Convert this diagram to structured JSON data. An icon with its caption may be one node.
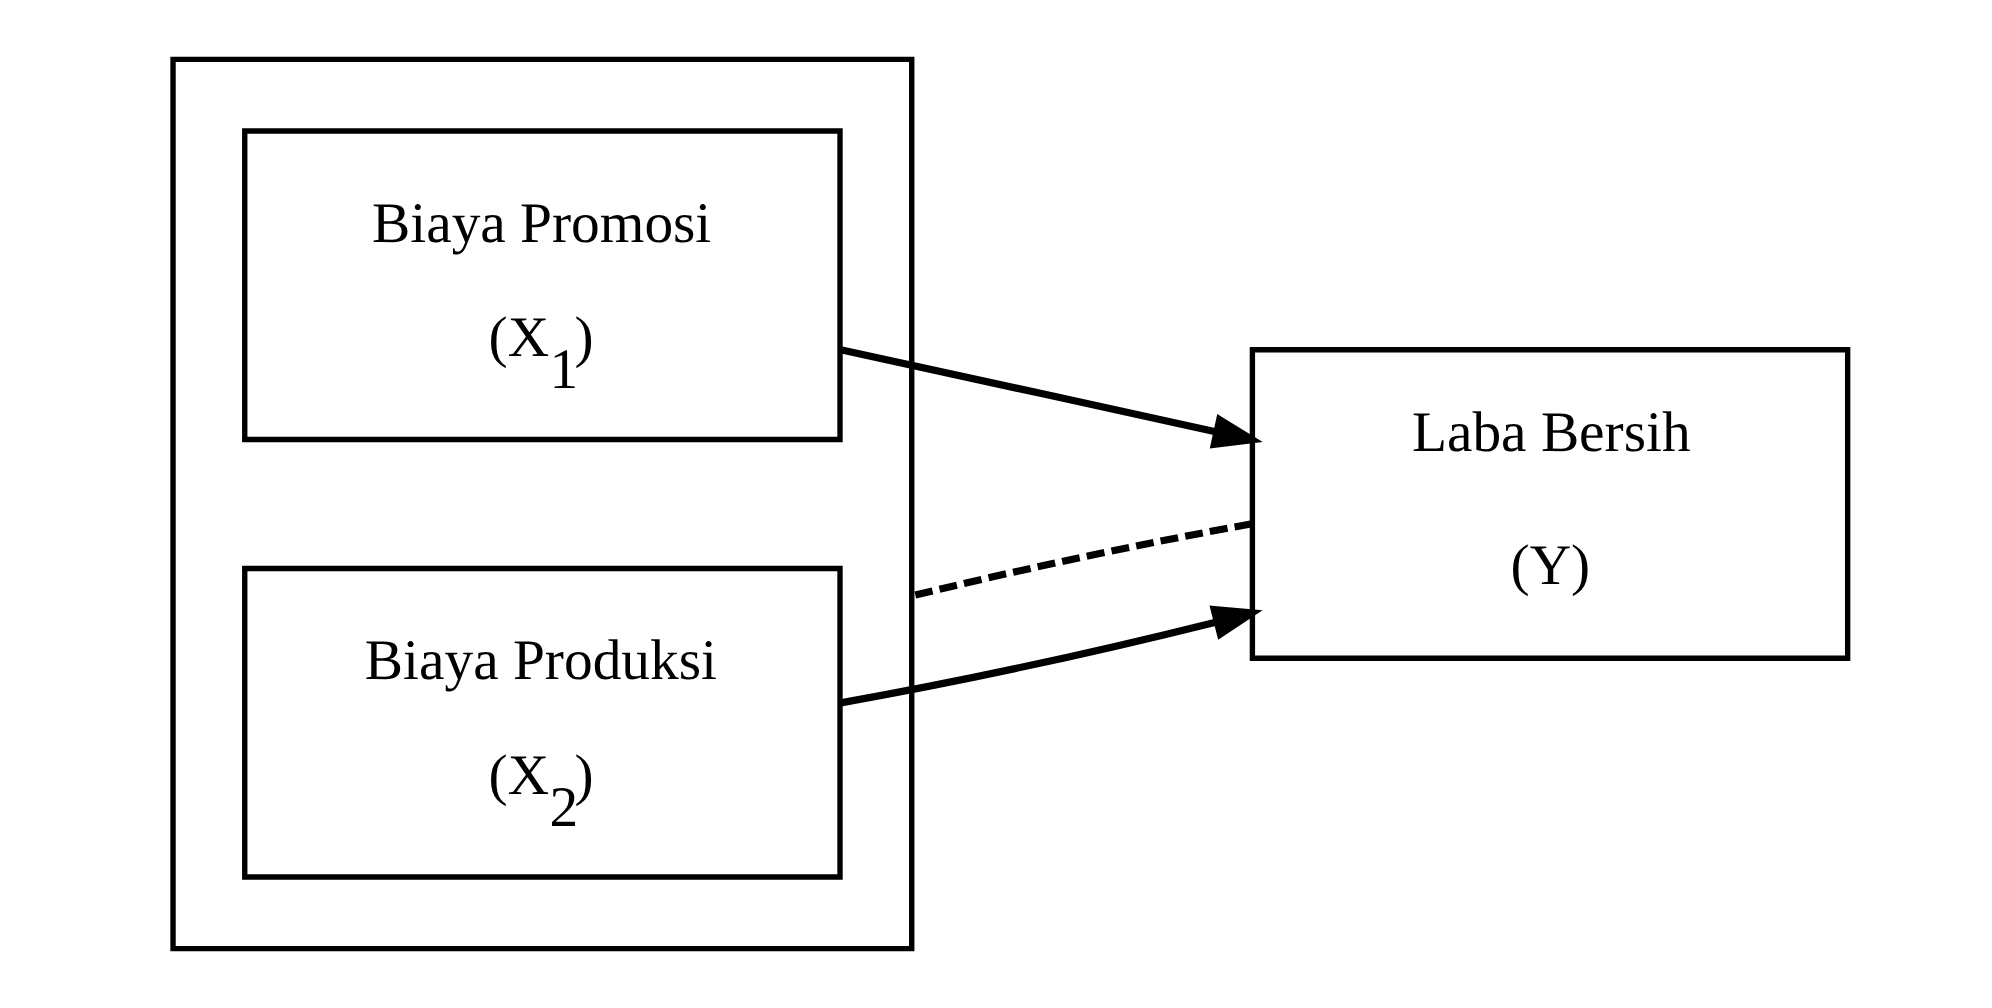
{
  "diagram": {
    "nodes": [
      {
        "text": [],
        "shape": "box"
      },
      {
        "text": [
          "Biaya Promosi",
          "(X$_{1}$)"
        ],
        "in": 0
      },
      {
        "text": [
          "Biaya Produksi",
          "(X$_{2}$)"
        ],
        "in": 0
      },
      {
        "text": [
          "Laba Bersih",
          "(Y)"
        ]
      }
    ],
    "edges": [
      {
        "from": 1,
        "to": 3,
        "arrow": "to"
      },
      {
        "from": 2,
        "to": 3,
        "arrow": "to"
      },
      {
        "from": 3,
        "to": 0,
        "arrow": "none",
        "style": "dashed"
      }
    ]
  }
}
